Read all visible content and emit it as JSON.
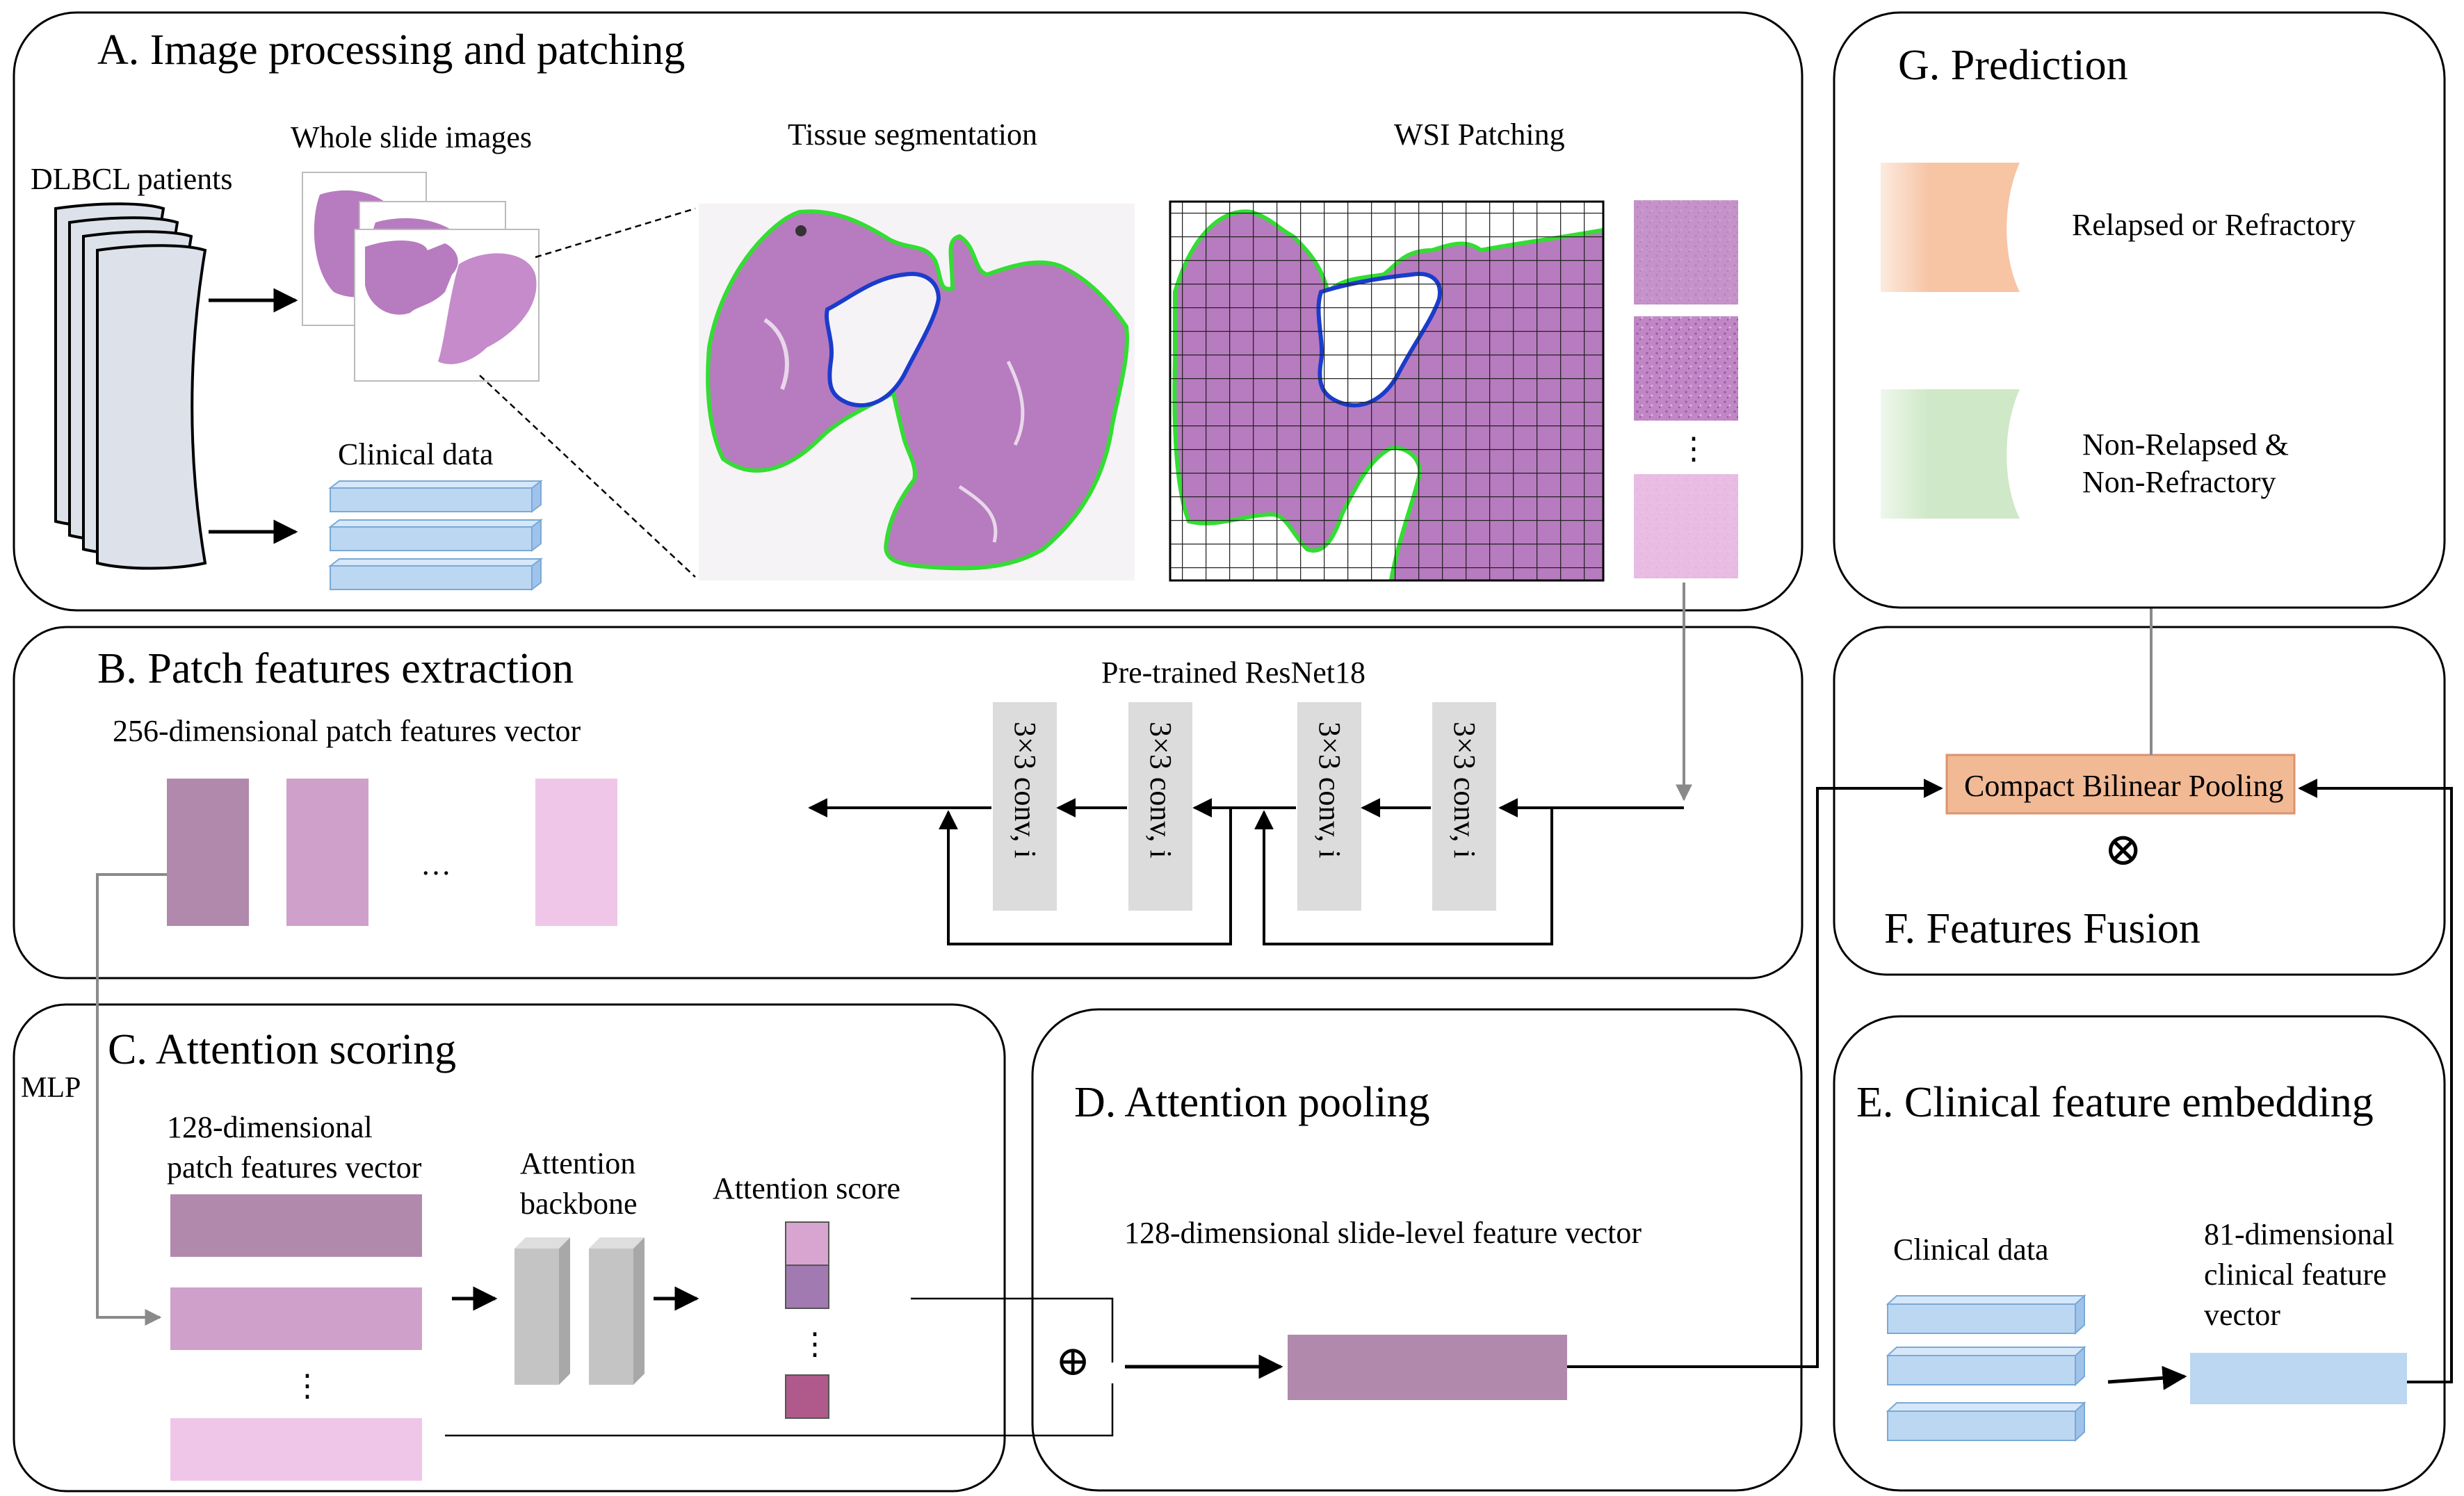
{
  "sections": {
    "a": {
      "title": "A. Image processing and patching",
      "patients_label": "DLBCL patients",
      "wsi_label": "Whole slide images",
      "clinical_label": "Clinical data",
      "segmentation_label": "Tissue segmentation",
      "patching_label": "WSI Patching",
      "patch_ellipsis": "⋮"
    },
    "b": {
      "title": "B. Patch features extraction",
      "vector_label": "256-dimensional patch features vector",
      "ellipsis": "…",
      "resnet_label": "Pre-trained ResNet18",
      "conv_labels": [
        "3×3 conv, i",
        "3×3 conv, i",
        "3×3 conv, i",
        "3×3 conv, i"
      ]
    },
    "c": {
      "title": "C. Attention scoring",
      "mlp_label": "MLP",
      "vector_label_line1": "128-dimensional",
      "vector_label_line2": "patch features vector",
      "backbone_line1": "Attention",
      "backbone_line2": "backbone",
      "score_label": "Attention score",
      "ellipsis": "⋮"
    },
    "d": {
      "title": "D. Attention pooling",
      "vector_label": "128-dimensional slide-level feature vector",
      "sum_symbol": "⊕"
    },
    "e": {
      "title": "E. Clinical feature embedding",
      "clinical_label": "Clinical data",
      "vector_line1": "81-dimensional",
      "vector_line2": "clinical feature",
      "vector_line3": "vector"
    },
    "f": {
      "title": "F. Features Fusion",
      "pooling_label": "Compact Bilinear  Pooling",
      "product_symbol": "⊗"
    },
    "g": {
      "title": "G. Prediction",
      "outcome1": "Relapsed or Refractory",
      "outcome2_line1": "Non-Relapsed &",
      "outcome2_line2": "Non-Refractory"
    }
  },
  "colors": {
    "tissue": "#b77bbf",
    "tissue_dark": "#a05aa8",
    "segmentation_outline": "#33dd33",
    "hole_outline": "#1a3ccc",
    "clinical_bar": "#bcd7f2",
    "feature_dark": "#b189ad",
    "feature_mid": "#cfa0ca",
    "feature_light": "#efc6e8",
    "conv_block": "#dcdcdc",
    "pooling_box": "#f2b995",
    "relapsed": "#f7c4a4",
    "non_relapsed": "#cfe8c7",
    "arrow_gray": "#8a8a8a"
  }
}
